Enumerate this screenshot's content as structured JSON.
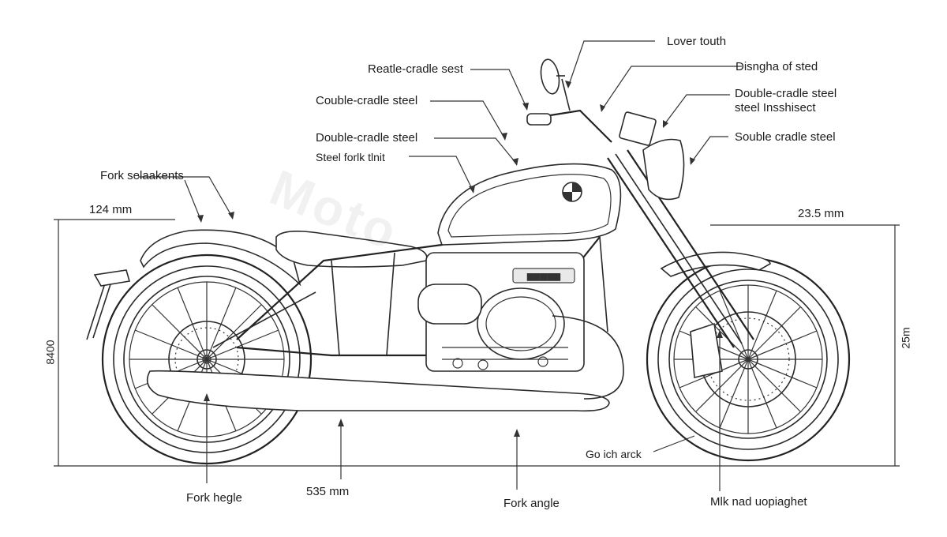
{
  "watermark": "Moto",
  "badge_text": "▆▆▆▆▆",
  "labels": {
    "lover_touch": "Lover touth",
    "reattle_cradle": "Reatle-cradle sest",
    "disngha": "Disngha of sted",
    "couble_cradle": "Couble-cradle steel",
    "double_cradle_insh_1": "Double-cradle steel",
    "double_cradle_insh_2": "steel Insshisect",
    "double_cradle": "Double-cradle steel",
    "souble_cradle": "Souble cradle steel",
    "steel_fork_unit": "Steel forlk tlnit",
    "fork_seleakents": "Fork selaakents",
    "dim_124": "124 mm",
    "dim_23_5": "23.5 mm",
    "dim_8400": "8400",
    "dim_25m": "25m",
    "go_arck": "Go ich arck",
    "fork_hegle": "Fork hegle",
    "dim_535": "535 mm",
    "fork_angle": "Fork angle",
    "mlk_nad": "Mlk nad uopiaghet"
  }
}
